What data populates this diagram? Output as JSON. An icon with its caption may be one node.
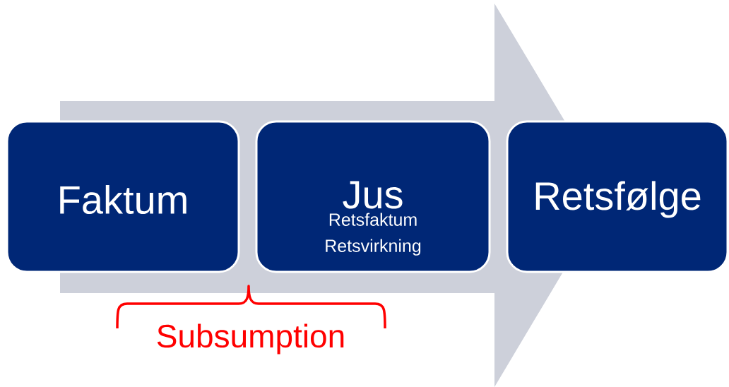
{
  "diagram": {
    "nodes": [
      {
        "text": [
          "Faktum"
        ]
      },
      {
        "text": [
          "Jus",
          "Retsfaktum Retsvirkning"
        ]
      },
      {
        "text": [
          "Retsfølge"
        ]
      }
    ],
    "edges": [
      {
        "from": 0,
        "to": 2,
        "arrow": "to"
      }
    ],
    "labels": [
      "Subsumption"
    ]
  }
}
